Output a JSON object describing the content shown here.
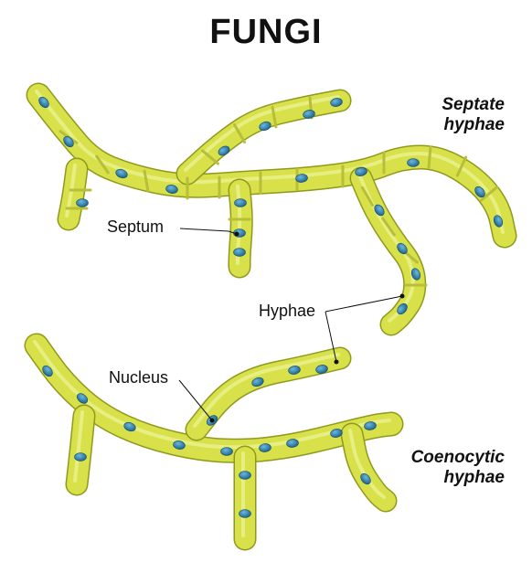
{
  "title": "FUNGI",
  "labels": {
    "septate": [
      "Septate",
      "hyphae"
    ],
    "coenocytic": [
      "Coenocytic",
      "hyphae"
    ]
  },
  "callouts": {
    "septum": "Septum",
    "hyphae": "Hyphae",
    "nucleus": "Nucleus"
  },
  "colors": {
    "hypha_fill": "#d8e14a",
    "hypha_outline": "#8f9a1c",
    "hypha_highlight": "#eef39a",
    "septum": "#b7bf39",
    "nucleus": "#1f6f9b",
    "nucleus_light": "#5aa9cf"
  }
}
